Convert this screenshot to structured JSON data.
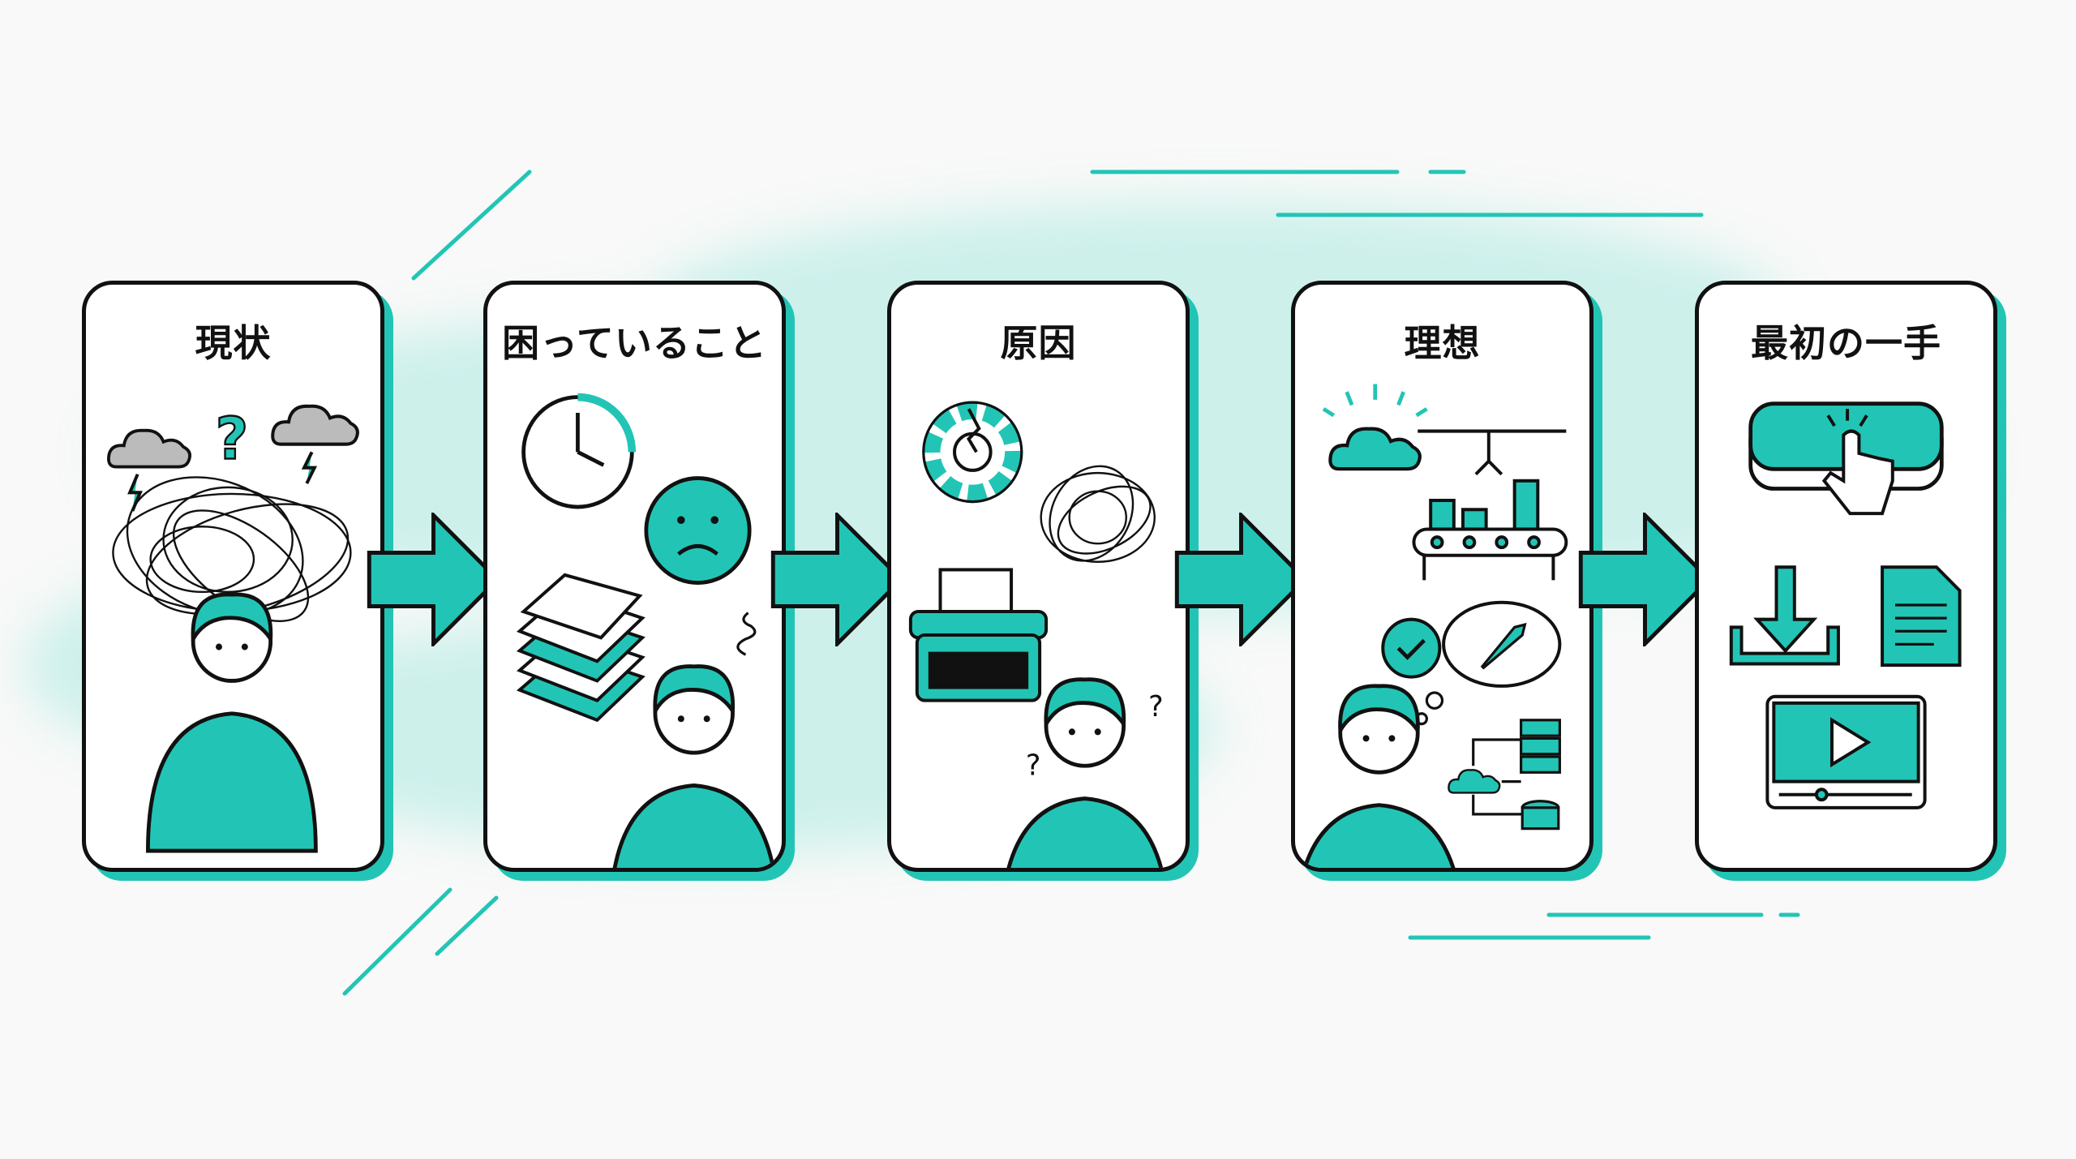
{
  "colors": {
    "accent": "#22c5b5",
    "outline": "#111111",
    "wash": "#bfeee8",
    "background": "#f8f9f8"
  },
  "steps": [
    {
      "title": "現状",
      "icons": [
        "cloud-lightning-icon",
        "question-mark-icon",
        "scribble-icon",
        "thinking-person-icon"
      ]
    },
    {
      "title": "困っていること",
      "icons": [
        "broken-clock-icon",
        "sad-face-icon",
        "paper-stack-icon",
        "frustrated-person-icon"
      ]
    },
    {
      "title": "原因",
      "icons": [
        "broken-gear-icon",
        "tangle-icon",
        "typewriter-icon",
        "confused-person-icon"
      ]
    },
    {
      "title": "理想",
      "icons": [
        "sun-cloud-icon",
        "conveyor-robot-icon",
        "check-circle-icon",
        "rocket-thought-icon",
        "happy-person-icon",
        "network-icon"
      ]
    },
    {
      "title": "最初の一手",
      "icons": [
        "click-button-icon",
        "download-icon",
        "document-icon",
        "video-play-icon"
      ]
    }
  ],
  "glyphs": {
    "question": "?"
  }
}
